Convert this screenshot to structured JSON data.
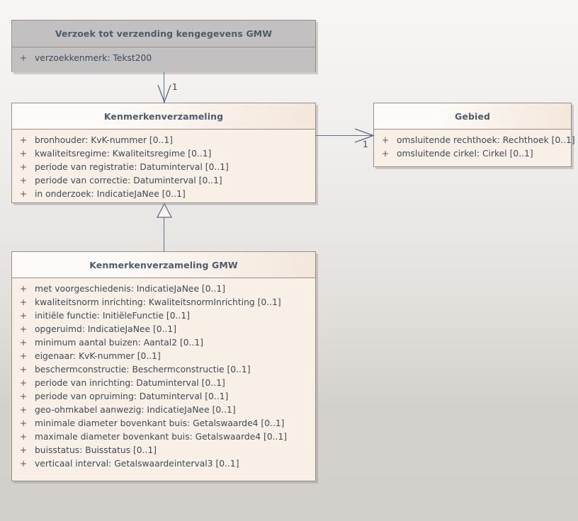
{
  "diagram": {
    "type": "uml-class-diagram",
    "background_color": "#d3d0cb",
    "accent_border_color": "#9d8a8a",
    "connector_color": "#5f6f86",
    "title_text_color": "#4f5b6b",
    "attribute_text_color": "#3d4a59",
    "visibility_color": "#7a4a48"
  },
  "classes": [
    {
      "id": "verzoek",
      "name": "Verzoek tot verzending kengegevens GMW",
      "style": "gray",
      "header_color": "#c2c0c0",
      "body_color": "#c2c0c0",
      "attributes": [
        {
          "visibility": "+",
          "text": "verzoekkenmerk: Tekst200"
        }
      ]
    },
    {
      "id": "kenmerkenverzameling",
      "name": "Kenmerkenverzameling",
      "style": "peach",
      "header_color": "#fdfaf7",
      "body_color": "#f8efe6",
      "attributes": [
        {
          "visibility": "+",
          "text": "bronhouder: KvK-nummer [0..1]"
        },
        {
          "visibility": "+",
          "text": "kwaliteitsregime: Kwaliteitsregime [0..1]"
        },
        {
          "visibility": "+",
          "text": "periode van registratie: Datuminterval [0..1]"
        },
        {
          "visibility": "+",
          "text": "periode van correctie: Datuminterval [0..1]"
        },
        {
          "visibility": "+",
          "text": "in onderzoek: IndicatieJaNee [0..1]"
        }
      ]
    },
    {
      "id": "gebied",
      "name": "Gebied",
      "style": "peach",
      "header_color": "#fdfaf7",
      "body_color": "#f8efe6",
      "attributes": [
        {
          "visibility": "+",
          "text": "omsluitende rechthoek: Rechthoek [0..1]"
        },
        {
          "visibility": "+",
          "text": "omsluitende cirkel: Cirkel [0..1]"
        }
      ]
    },
    {
      "id": "kenmerkenverzameling_gmw",
      "name": "Kenmerkenverzameling GMW",
      "style": "peach",
      "header_color": "#fdfaf7",
      "body_color": "#f8efe6",
      "attributes": [
        {
          "visibility": "+",
          "text": "met voorgeschiedenis: IndicatieJaNee [0..1]"
        },
        {
          "visibility": "+",
          "text": "kwaliteitsnorm inrichting: KwaliteitsnormInrichting [0..1]"
        },
        {
          "visibility": "+",
          "text": "initiële functie: InitiëleFunctie [0..1]"
        },
        {
          "visibility": "+",
          "text": "opgeruimd: IndicatieJaNee [0..1]"
        },
        {
          "visibility": "+",
          "text": "minimum aantal buizen: Aantal2 [0..1]"
        },
        {
          "visibility": "+",
          "text": "eigenaar: KvK-nummer [0..1]"
        },
        {
          "visibility": "+",
          "text": "beschermconstructie: Beschermconstructie [0..1]"
        },
        {
          "visibility": "+",
          "text": "periode van inrichting: Datuminterval [0..1]"
        },
        {
          "visibility": "+",
          "text": "periode van opruiming: Datuminterval [0..1]"
        },
        {
          "visibility": "+",
          "text": "geo-ohmkabel aanwezig: IndicatieJaNee [0..1]"
        },
        {
          "visibility": "+",
          "text": "minimale diameter bovenkant buis: Getalswaarde4 [0..1]"
        },
        {
          "visibility": "+",
          "text": "maximale diameter bovenkant buis: Getalswaarde4 [0..1]"
        },
        {
          "visibility": "+",
          "text": "buisstatus: Buisstatus [0..1]"
        },
        {
          "visibility": "+",
          "text": "verticaal interval: Getalswaardeinterval3 [0..1]"
        }
      ]
    }
  ],
  "connectors": [
    {
      "id": "verzoek-to-kenmerkenverzameling",
      "kind": "association",
      "from": "verzoek",
      "to": "kenmerkenverzameling",
      "arrow": "open-arrow-down",
      "multiplicity": "1"
    },
    {
      "id": "kenmerkenverzameling-to-gebied",
      "kind": "association",
      "from": "kenmerkenverzameling",
      "to": "gebied",
      "arrow": "open-arrow-right",
      "multiplicity": "1"
    },
    {
      "id": "gmw-generalizes-kenmerkenverzameling",
      "kind": "generalization",
      "from": "kenmerkenverzameling_gmw",
      "to": "kenmerkenverzameling",
      "arrow": "hollow-triangle-up",
      "multiplicity": ""
    }
  ]
}
